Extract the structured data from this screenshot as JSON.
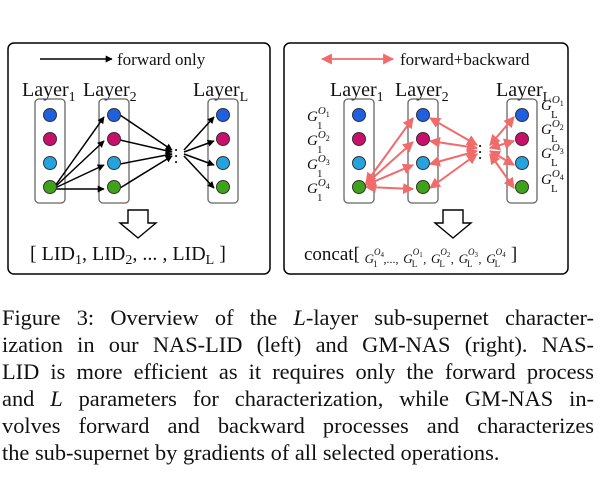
{
  "left_panel": {
    "legend": "forward only",
    "layers": [
      {
        "base": "Layer",
        "sub": "1"
      },
      {
        "base": "Layer",
        "sub": "2"
      },
      {
        "base": "Layer",
        "sub": "L"
      }
    ],
    "output_parts": [
      "[ LID",
      "1",
      ", LID",
      "2",
      ", ... , LID",
      "L",
      " ]"
    ]
  },
  "right_panel": {
    "legend": "forward+backward",
    "layers": [
      {
        "base": "Layer",
        "sub": "1"
      },
      {
        "base": "Layer",
        "sub": "2"
      },
      {
        "base": "Layer",
        "sub": "L"
      }
    ],
    "left_labels": [
      {
        "base": "G",
        "sup": "O",
        "supsub": "1",
        "sub": "1"
      },
      {
        "base": "G",
        "sup": "O",
        "supsub": "2",
        "sub": "1"
      },
      {
        "base": "G",
        "sup": "O",
        "supsub": "3",
        "sub": "1"
      },
      {
        "base": "G",
        "sup": "O",
        "supsub": "4",
        "sub": "1"
      }
    ],
    "right_labels": [
      {
        "base": "G",
        "sup": "O",
        "supsub": "1",
        "sub": "L"
      },
      {
        "base": "G",
        "sup": "O",
        "supsub": "2",
        "sub": "L"
      },
      {
        "base": "G",
        "sup": "O",
        "supsub": "3",
        "sub": "L"
      },
      {
        "base": "G",
        "sup": "O",
        "supsub": "4",
        "sub": "L"
      }
    ],
    "output_prefix": "concat[",
    "output_terms": [
      {
        "base": "G",
        "sup": "O",
        "supsub": "4",
        "sub": "1",
        "after": ",...,"
      },
      {
        "base": "G",
        "sup": "O",
        "supsub": "1",
        "sub": "L",
        "after": ","
      },
      {
        "base": "G",
        "sup": "O",
        "supsub": "2",
        "sub": "L",
        "after": ","
      },
      {
        "base": "G",
        "sup": "O",
        "supsub": "3",
        "sub": "L",
        "after": ","
      },
      {
        "base": "G",
        "sup": "O",
        "supsub": "4",
        "sub": "L",
        "after": ""
      }
    ],
    "output_suffix": "]"
  },
  "dots": "…",
  "colors": {
    "node_blue": "#1f5fe0",
    "node_magenta": "#c8106b",
    "node_cyan": "#25a3df",
    "node_green": "#3ea31a",
    "arrow_black": "#000000",
    "arrow_red": "#f26b6b"
  },
  "caption": {
    "lines": [
      [
        "Figure 3: Overview of the ",
        {
          "i": "L"
        },
        "-layer sub-supernet character-"
      ],
      [
        "ization in our NAS-LID (left) and GM-NAS (right).  NAS-"
      ],
      [
        "LID is more efficient as it requires only the forward process"
      ],
      [
        "and ",
        {
          "i": "L"
        },
        " parameters for characterization, while GM-NAS in-"
      ],
      [
        "volves forward and backward processes and characterizes"
      ],
      [
        "the sub-supernet by gradients of all selected operations."
      ]
    ]
  }
}
